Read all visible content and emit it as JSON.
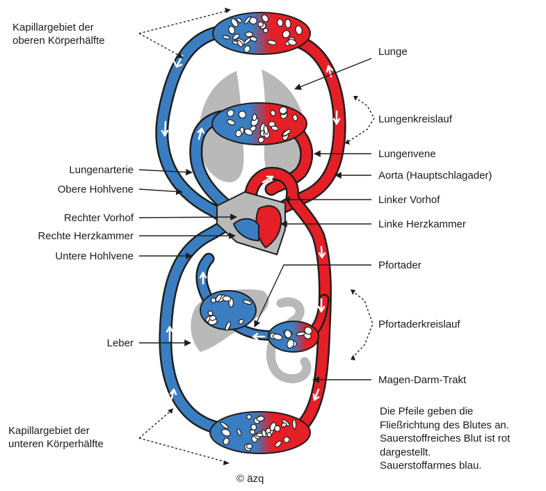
{
  "colors": {
    "oxygen_rich": "#e41f25",
    "oxygen_poor": "#3a7dc0",
    "organ_gray": "#b9b9b9",
    "outline": "#1e1e1e"
  },
  "labels": {
    "capillary_upper": [
      "Kapillargebiet der",
      "oberen Körperhälfte"
    ],
    "lung": "Lunge",
    "pulmonary_circuit": "Lungenkreislauf",
    "pulmonary_vein": "Lungenvene",
    "aorta": "Aorta (Hauptschlagader)",
    "pulmonary_artery": "Lungenarterie",
    "superior_vena_cava": "Obere Hohlvene",
    "left_atrium": "Linker Vorhof",
    "right_atrium": "Rechter Vorhof",
    "left_ventricle": "Linke Herzkammer",
    "right_ventricle": "Rechte Herzkammer",
    "inferior_vena_cava": "Untere Hohlvene",
    "portal_vein": "Pfortader",
    "portal_circuit": "Pfortaderkreislauf",
    "liver": "Leber",
    "gi_tract": "Magen-Darm-Trakt",
    "capillary_lower": [
      "Kapillargebiet der",
      "unteren Körperhälfte"
    ]
  },
  "note": [
    "Die Pfeile geben die",
    "Fließrichtung des Blutes an.",
    "Sauerstoffreiches Blut ist rot",
    "dargestellt.",
    "Sauerstoffarmes blau."
  ],
  "copyright": "© äzq"
}
